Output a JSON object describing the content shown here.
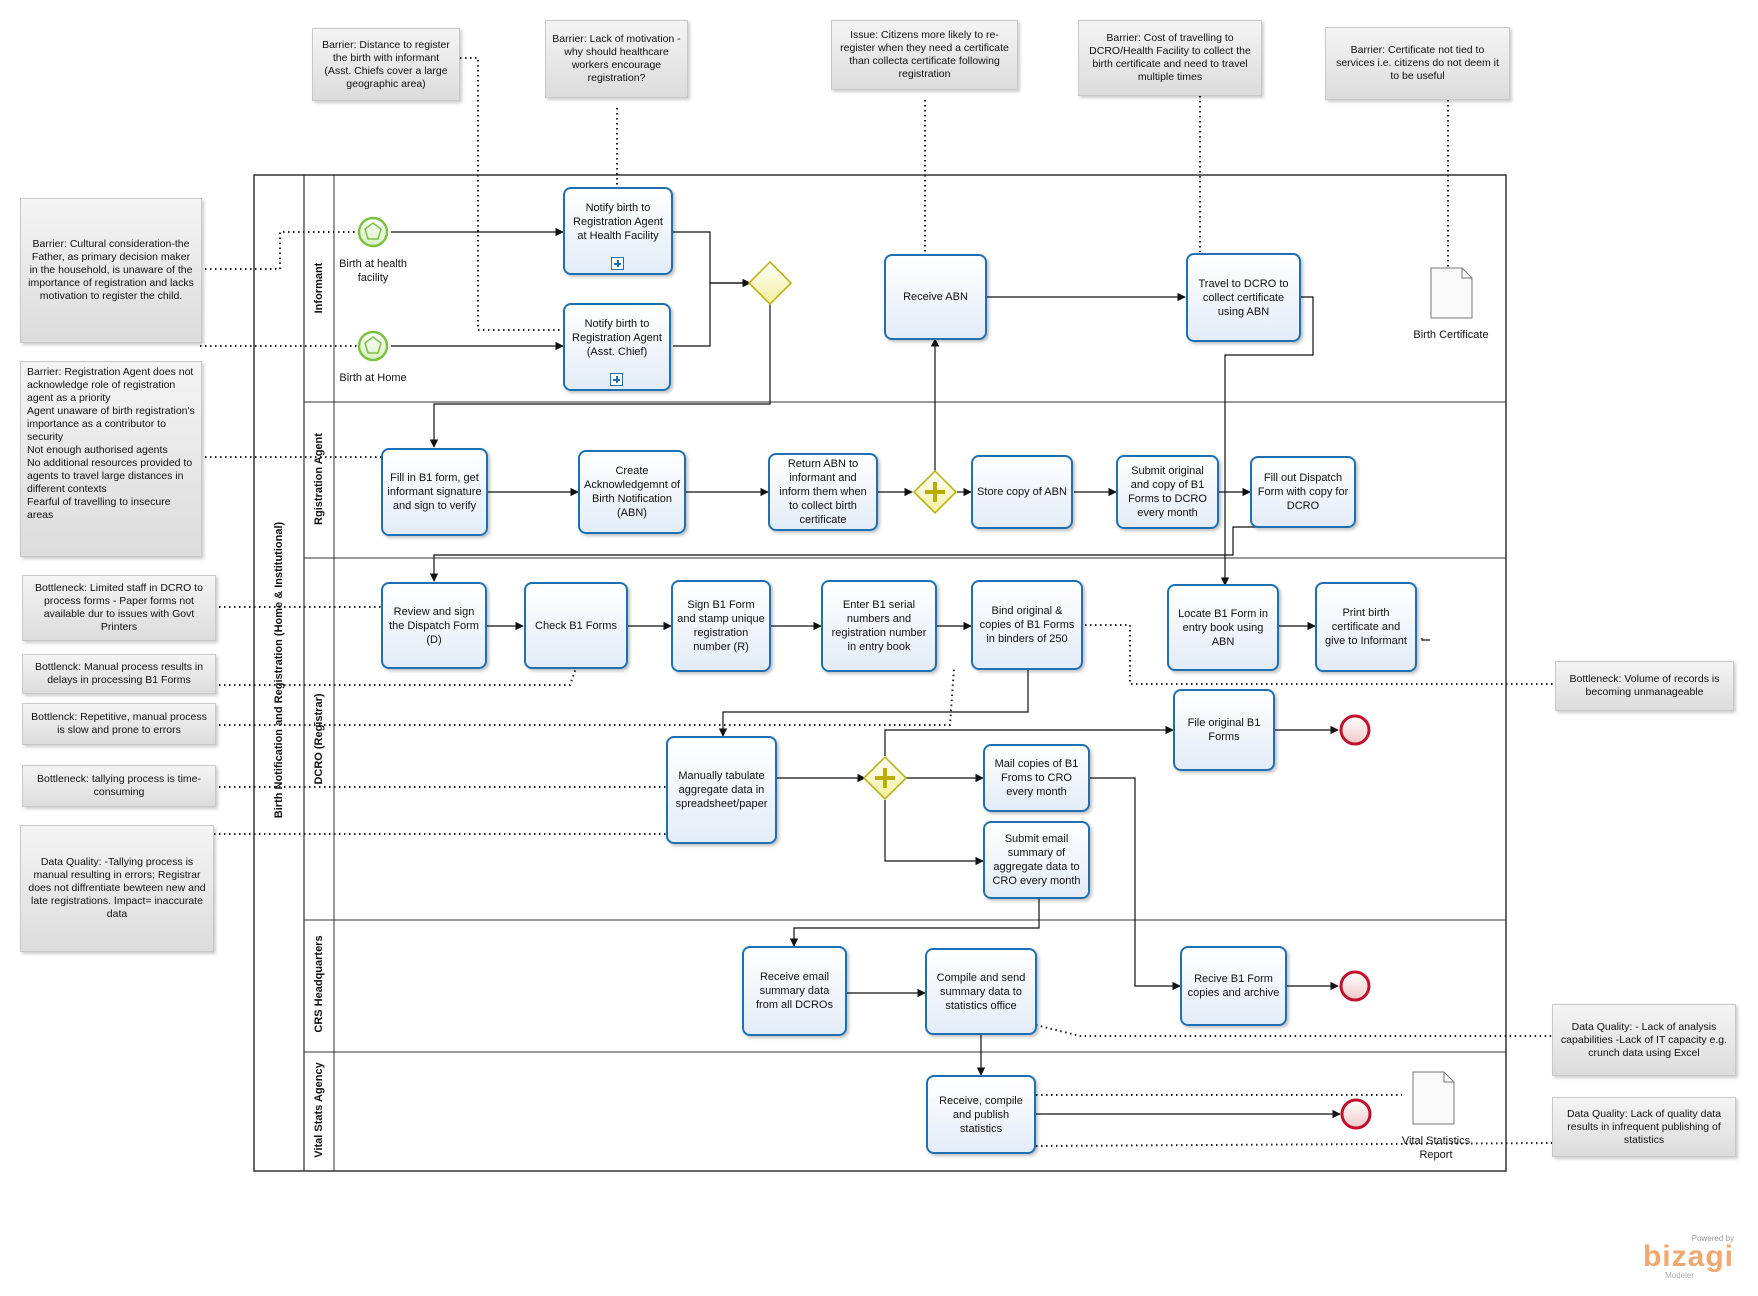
{
  "pool": {
    "title": "Birth Notification and Registration (Home & Institutional)"
  },
  "lanes": {
    "informant": "Informant",
    "registration_agent": "Rgistration Agent",
    "dcro": "DCRO (Registrar)",
    "crs_hq": "CRS Headquarters",
    "vital_stats": "Vital Stats Agency"
  },
  "events": {
    "birth_health_facility": "Birth at health facility",
    "birth_home": "Birth at Home"
  },
  "tasks": {
    "notify_health": "Notify birth to Registration Agent at Health Facility",
    "notify_home": "Notify birth to Registration Agent (Asst. Chief)",
    "receive_abn": "Receive ABN",
    "travel_dcro": "Travel to DCRO to collect certificate using ABN",
    "fill_b1": "Fill in B1 form, get informant signature and sign to verify",
    "create_abn": "Create Acknowledgemnt of Birth Notification (ABN)",
    "return_abn": "Return ABN to informant and inform them when to collect birth certificate",
    "store_abn": "Store copy of ABN",
    "submit_b1": "Submit original and copy of B1 Forms to DCRO every month",
    "fill_dispatch": "Fill out Dispatch Form with copy for DCRO",
    "review_dispatch": "Review and sign the Dispatch Form (D)",
    "check_b1": "Check B1 Forms",
    "sign_b1": "Sign B1 Form and stamp unique registration number (R)",
    "enter_serial": "Enter B1 serial numbers and registration number in entry book",
    "bind_original": "Bind original & copies of B1 Forms in binders of 250",
    "locate_b1": "Locate B1 Form in entry book using ABN",
    "print_cert": "Print birth certificate and give to Informant",
    "tabulate": "Manually tabulate aggregate data in spreadsheet/paper",
    "file_original": "File original B1 Forms",
    "mail_copies": "Mail copies of B1 Froms to CRO every month",
    "submit_email": "Submit email summary of aggregate data to CRO every month",
    "receive_email": "Receive email summary data from all DCROs",
    "compile_send": "Compile and send summary data to statistics office",
    "receive_b1": "Recive B1 Form copies and archive",
    "publish_stats": "Receive, compile and publish statistics"
  },
  "documents": {
    "birth_certificate": "Birth Certificate",
    "vital_report": "Vital Statistics Report"
  },
  "notes": {
    "distance": "Barrier: Distance to register the birth with informant (Asst. Chiefs cover a large geographic area)",
    "motivation": "Barrier: Lack of motivation - why should healthcare workers encourage registration?",
    "reregister": "Issue: Citizens more likely to re-register when they need a certificate than collecta certificate following registration",
    "cost": "Barrier: Cost of travelling to DCRO/Health Facility to collect the birth certificate and need to travel multiple times",
    "not_tied": "Barrier: Certificate not tied to services i.e. citizens do not deem it to be useful",
    "cultural": "Barrier: Cultural consideration-the Father, as primary decision maker in the household, is unaware of the importance of registration and lacks motivation to register the child.",
    "agent": "Barrier: Registration Agent does not acknowledge role of registration agent  as a priority\nAgent unaware of birth registration's importance as a contributor to security\nNot enough authorised agents\nNo additional resources provided to agents to travel large distances in different contexts\nFearful of travelling to insecure areas",
    "limited_staff": "Bottleneck: Limited staff in DCRO to process forms - Paper forms not available dur to issues with Govt Printers",
    "manual_delays": "Bottlenck: Manual process results in delays in processing B1 Forms",
    "repetitive": "Bottlenck: Repetitive, manual process is slow and prone to errors",
    "tallying": "Bottleneck: tallying process is time-consuming",
    "data_quality_tally": "Data Quality: -Tallying process is manual resulting in errors; Registrar does not diffrentiate bewteen new and late registrations.  Impact= inaccurate data",
    "volume": "Bottleneck: Volume of records is becoming unmanageable",
    "analysis": "Data Quality: - Lack of analysis capabilities -Lack of IT capacity e.g. crunch data using Excel",
    "infrequent": "Data Quality: Lack of quality data results in infrequent publishing of statistics"
  },
  "logo": {
    "powered": "Powered by",
    "brand": "bizagi",
    "product": "Modeler"
  },
  "colors": {
    "task_border": "#1f6fb3",
    "start_event": "#7cc242",
    "end_event": "#c0102a",
    "gateway": "#d9d100"
  }
}
